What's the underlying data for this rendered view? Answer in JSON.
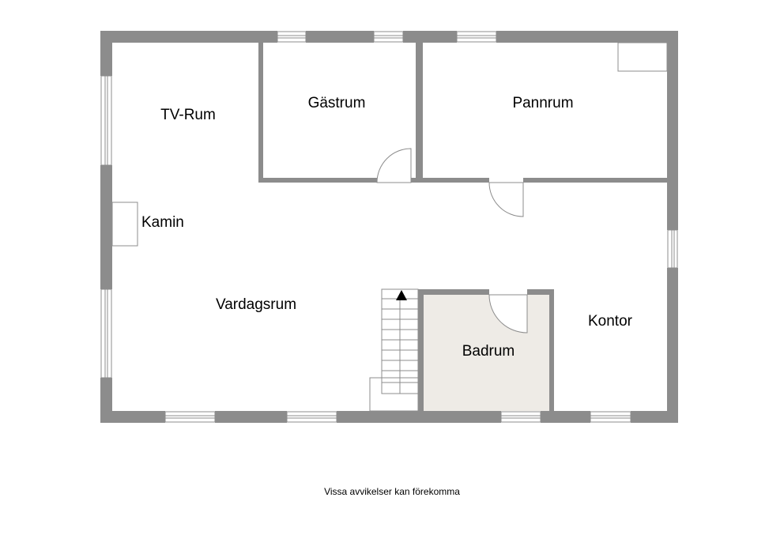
{
  "rooms": {
    "tv_rum": "TV-Rum",
    "gastrum": "Gästrum",
    "pannrum": "Pannrum",
    "kamin": "Kamin",
    "vardagsrum": "Vardagsrum",
    "badrum": "Badrum",
    "kontor": "Kontor"
  },
  "disclaimer": "Vissa avvikelser kan förekomma",
  "colors": {
    "wall": "#8c8c8c",
    "bathroom_floor": "#eeebe6",
    "line": "#8c8c8c",
    "background": "#ffffff"
  }
}
